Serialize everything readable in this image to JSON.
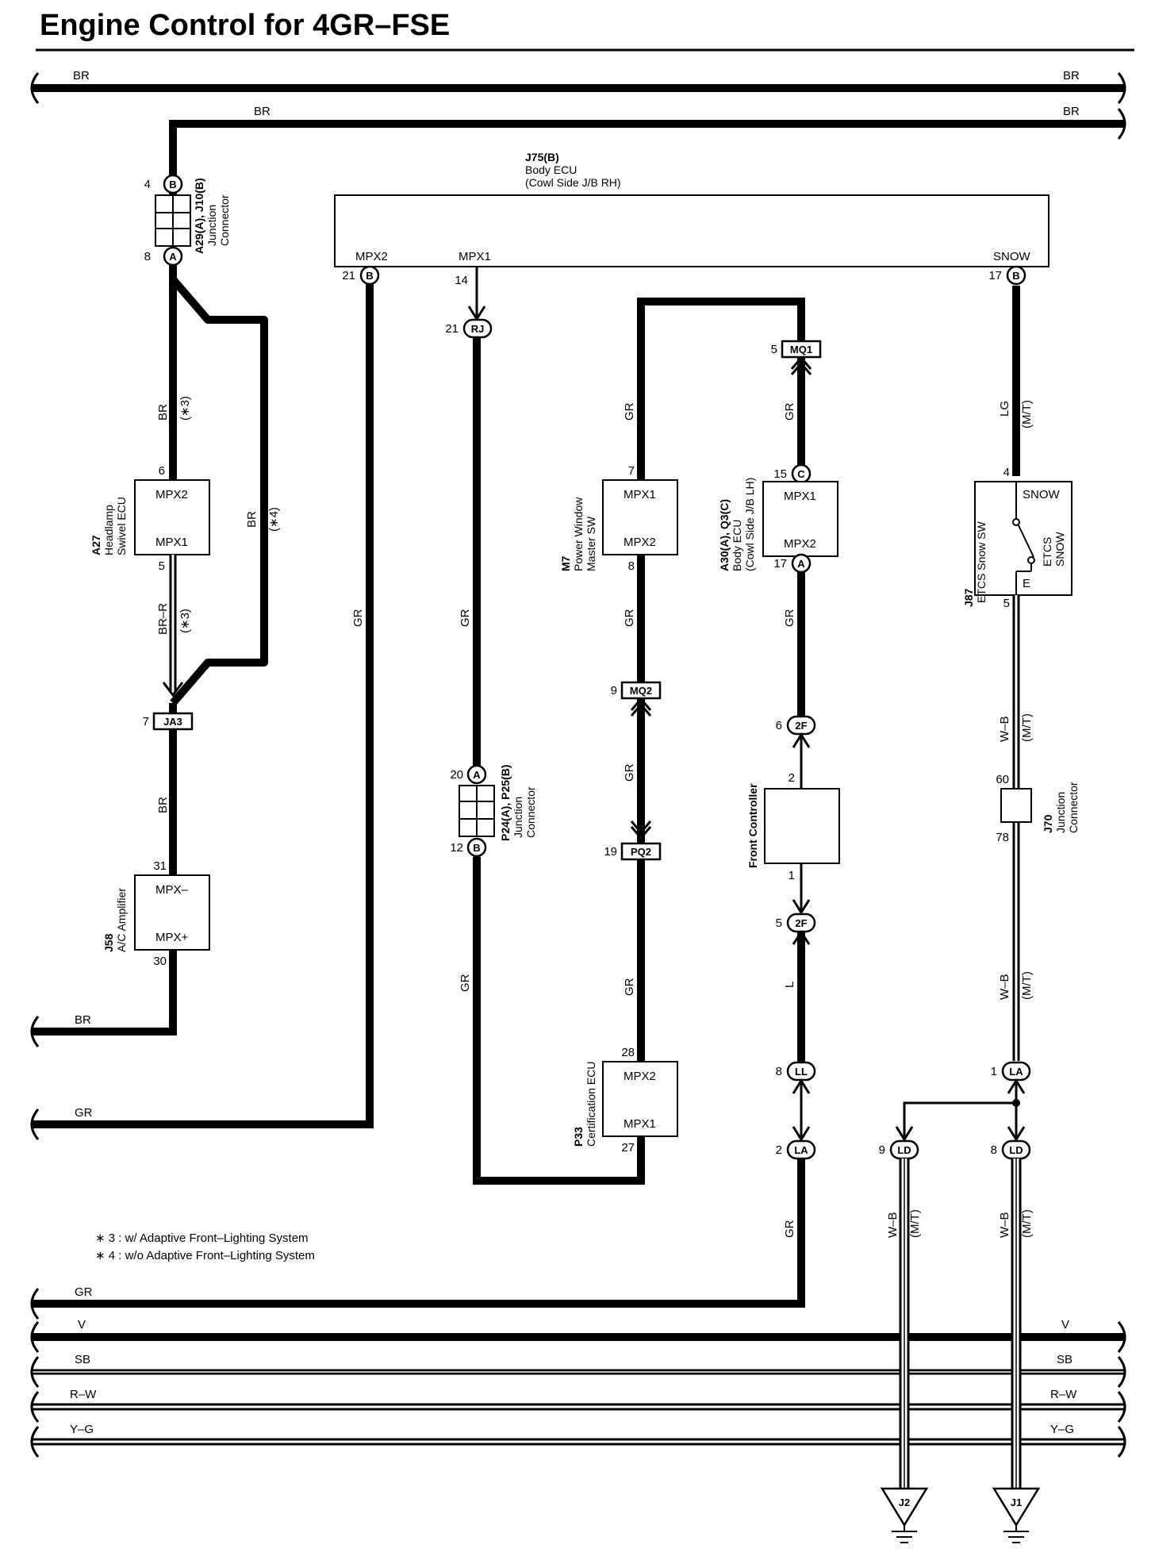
{
  "title": "Engine Control for 4GR–FSE",
  "colors": {
    "wire": "#000000",
    "background": "#ffffff"
  },
  "wire_labels": {
    "br_top_left": "BR",
    "br_top_right": "BR",
    "br_second_mid": "BR",
    "br_second_right": "BR",
    "br_a27_left": "BR",
    "br_a27_mark": "(∗3)",
    "br_bypass": "BR",
    "br_bypass_mark": "(∗4)",
    "brr_a27": "BR–R",
    "brr_mark": "(∗3)",
    "br_ja3": "BR",
    "br_bottom": "BR",
    "gr_mpx2": "GR",
    "gr_mpx2_bottom": "GR",
    "gr_rj": "GR",
    "gr_p25": "GR",
    "gr_m7_top": "GR",
    "gr_m7_mid": "GR",
    "gr_mq2": "GR",
    "gr_p33": "GR",
    "gr_q3_top": "GR",
    "gr_q3_bottom": "GR",
    "l_fc": "L",
    "gr_la2": "GR",
    "gr_bottom": "GR",
    "lg_snow": "LG",
    "lg_mark": "(M/T)",
    "wb_j87": "W–B",
    "wb_j87_mark": "(M/T)",
    "wb_j70": "W–B",
    "wb_j70_mark": "(M/T)",
    "wb_ld9": "W–B",
    "wb_ld9_mark": "(M/T)",
    "wb_ld8": "W–B",
    "wb_ld8_mark": "(M/T)",
    "v_left": "V",
    "v_right": "V",
    "sb_left": "SB",
    "sb_right": "SB",
    "rw_left": "R–W",
    "rw_right": "R–W",
    "yg_left": "Y–G",
    "yg_right": "Y–G"
  },
  "body_ecu": {
    "code": "J75(B)",
    "name": "Body ECU",
    "location": "(Cowl Side J/B RH)",
    "mpx2_label": "MPX2",
    "mpx1_label": "MPX1",
    "snow_label": "SNOW",
    "pin_mpx2": "21",
    "pin_mpx2_tag": "B",
    "pin_mpx1": "14",
    "pin_snow": "17",
    "pin_snow_tag": "B"
  },
  "a29_j10": {
    "code": "A29(A), J10(B)",
    "name1": "Junction",
    "name2": "Connector",
    "pin_top": "4",
    "tag_top": "B",
    "pin_bottom": "8",
    "tag_bottom": "A"
  },
  "a27": {
    "code": "A27",
    "name1": "Headlamp",
    "name2": "Swivel ECU",
    "pin_top": "6",
    "pin_bottom": "5",
    "port_top": "MPX2",
    "port_bottom": "MPX1"
  },
  "ja3": {
    "pin": "7",
    "tag": "JA3"
  },
  "j58": {
    "code": "J58",
    "name": "A/C Amplifier",
    "pin_top": "31",
    "pin_bottom": "30",
    "port_top": "MPX–",
    "port_bottom": "MPX+"
  },
  "rj": {
    "pin": "21",
    "tag": "RJ"
  },
  "p24_p25": {
    "code": "P24(A), P25(B)",
    "name1": "Junction",
    "name2": "Connector",
    "pin_top": "20",
    "tag_top": "A",
    "pin_bottom": "12",
    "tag_bottom": "B"
  },
  "m7": {
    "code": "M7",
    "name1": "Power Window",
    "name2": "Master SW",
    "pin_top": "7",
    "pin_bottom": "8",
    "port_top": "MPX1",
    "port_bottom": "MPX2"
  },
  "mq2": {
    "pin": "9",
    "tag": "MQ2"
  },
  "pq2": {
    "pin": "19",
    "tag": "PQ2"
  },
  "p33": {
    "code": "P33",
    "name": "Certification ECU",
    "pin_top": "28",
    "pin_bottom": "27",
    "port_top": "MPX2",
    "port_bottom": "MPX1"
  },
  "mq1": {
    "pin": "5",
    "tag": "MQ1"
  },
  "a30_q3": {
    "code": "A30(A), Q3(C)",
    "name1": "Body ECU",
    "name2": "(Cowl Side J/B LH)",
    "pin_top": "15",
    "tag_top": "C",
    "pin_bottom": "17",
    "tag_bottom": "A",
    "port_top": "MPX1",
    "port_bottom": "MPX2"
  },
  "f2_upper": {
    "pin": "6",
    "tag": "2F"
  },
  "front_controller": {
    "name": "Front Controller",
    "pin_top": "2",
    "pin_bottom": "1"
  },
  "f2_lower": {
    "pin": "5",
    "tag": "2F"
  },
  "ll": {
    "pin": "8",
    "tag": "LL"
  },
  "la_lower": {
    "pin": "2",
    "tag": "LA"
  },
  "j87": {
    "code": "J87",
    "name": "ETCS Snow SW",
    "pin_top": "4",
    "pin_bottom": "5",
    "port_snow": "SNOW",
    "port_e": "E",
    "inner1": "ETCS",
    "inner2": "SNOW"
  },
  "j70": {
    "code": "J70",
    "name1": "Junction",
    "name2": "Connector",
    "pin_top": "60",
    "pin_bottom": "78"
  },
  "la_upper": {
    "pin": "1",
    "tag": "LA"
  },
  "ld9": {
    "pin": "9",
    "tag": "LD"
  },
  "ld8": {
    "pin": "8",
    "tag": "LD"
  },
  "grounds": {
    "j2": "J2",
    "j1": "J1"
  },
  "notes": [
    "∗ 3 : w/ Adaptive Front–Lighting System",
    "∗ 4 : w/o Adaptive Front–Lighting System"
  ]
}
